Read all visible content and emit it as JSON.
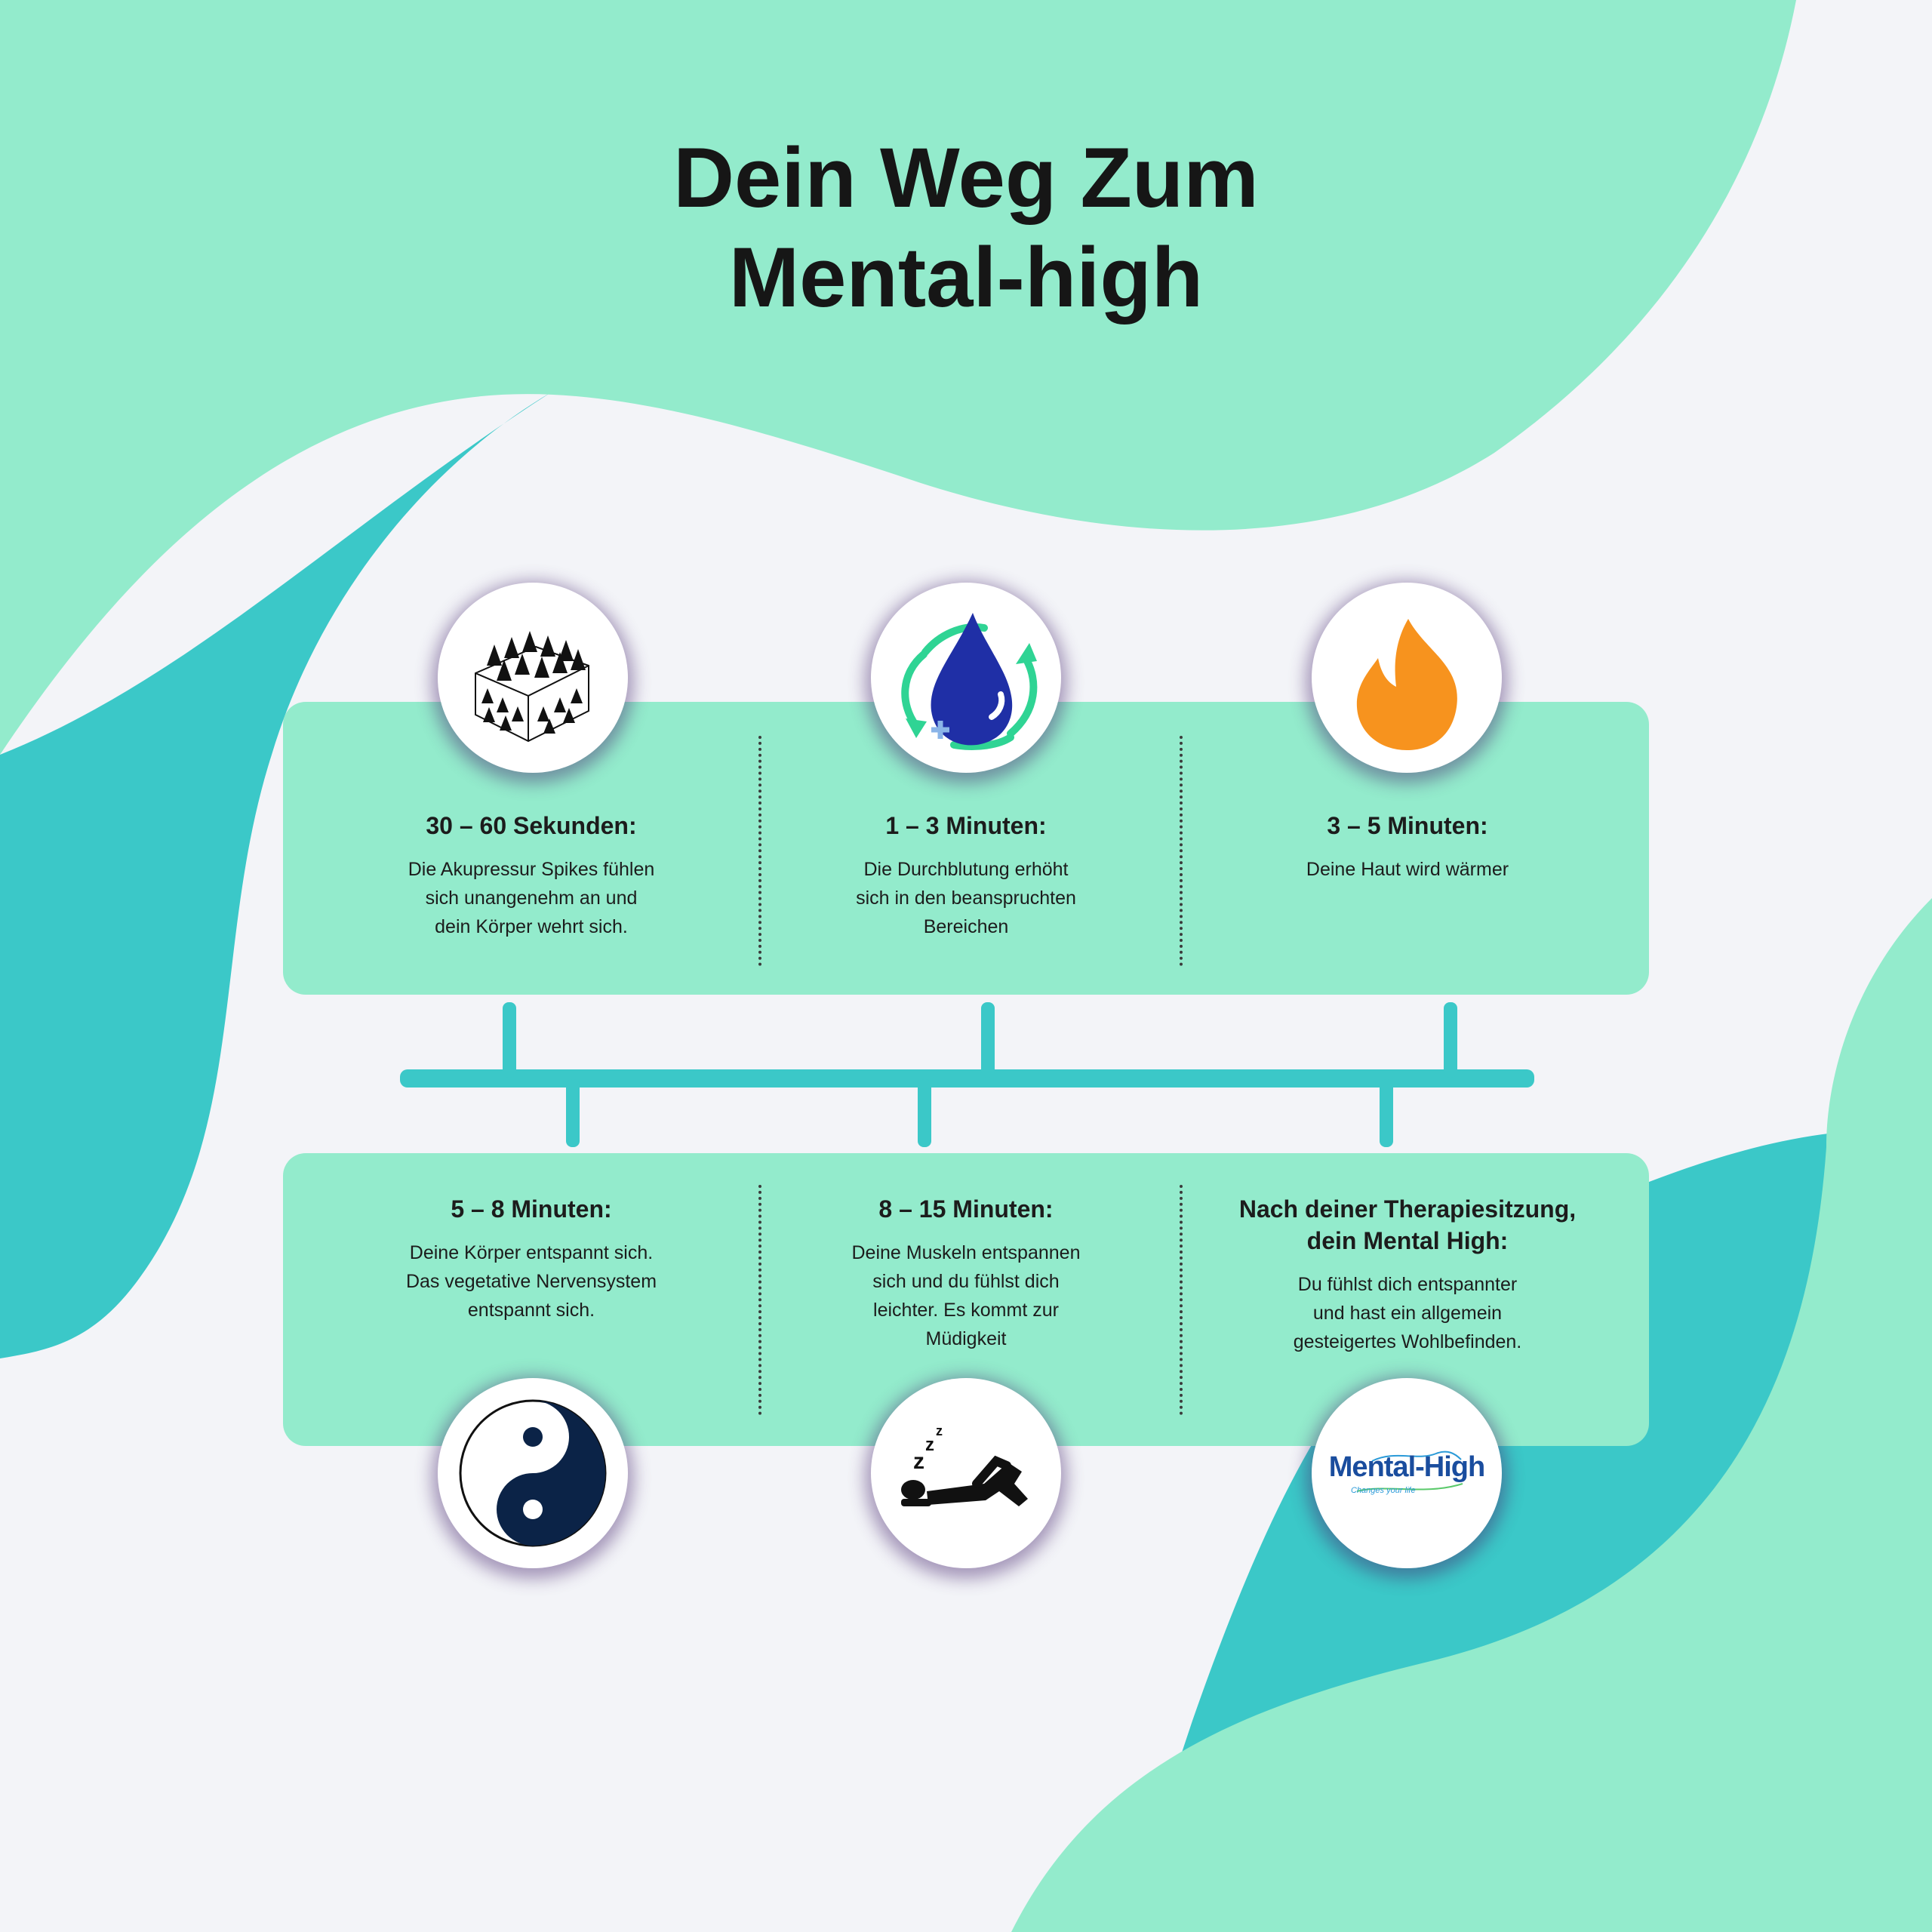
{
  "title": {
    "line1": "Dein Weg Zum",
    "line2": "Mental-high"
  },
  "colors": {
    "background": "#f3f4f8",
    "mint": "#93ebcc",
    "teal": "#3bc8c8",
    "text": "#161616"
  },
  "steps": [
    {
      "heading": "30 – 60 Sekunden:",
      "text": [
        "Die Akupressur Spikes fühlen",
        "sich unangenehm an und",
        "dein Körper wehrt sich."
      ],
      "icon": "acupressure-mat-icon"
    },
    {
      "heading": "1 – 3 Minuten:",
      "text": [
        "Die Durchblutung erhöht",
        "sich in den beanspruchten",
        "Bereichen"
      ],
      "icon": "blood-circulation-icon"
    },
    {
      "heading": "3 – 5 Minuten:",
      "text": [
        "Deine Haut wird wärmer"
      ],
      "icon": "flame-icon"
    },
    {
      "heading": "5 – 8 Minuten:",
      "text": [
        "Deine Körper entspannt sich.",
        "Das vegetative Nervensystem",
        "entspannt sich."
      ],
      "icon": "yin-yang-icon"
    },
    {
      "heading": "8 – 15 Minuten:",
      "text": [
        "Deine Muskeln entspannen",
        "sich und du fühlst dich",
        "leichter. Es kommt zur",
        "Müdigkeit"
      ],
      "icon": "sleeping-person-icon"
    },
    {
      "heading": [
        "Nach deiner Therapiesitzung,",
        "dein Mental High:"
      ],
      "text": [
        "Du fühlst dich entspannter",
        "und hast ein allgemein",
        "gesteigertes Wohlbefinden."
      ],
      "icon": "mental-high-logo"
    }
  ],
  "logo": {
    "name": "Mental-High",
    "tagline": "Changes your life"
  },
  "icons": {
    "sleep_z": "z"
  }
}
